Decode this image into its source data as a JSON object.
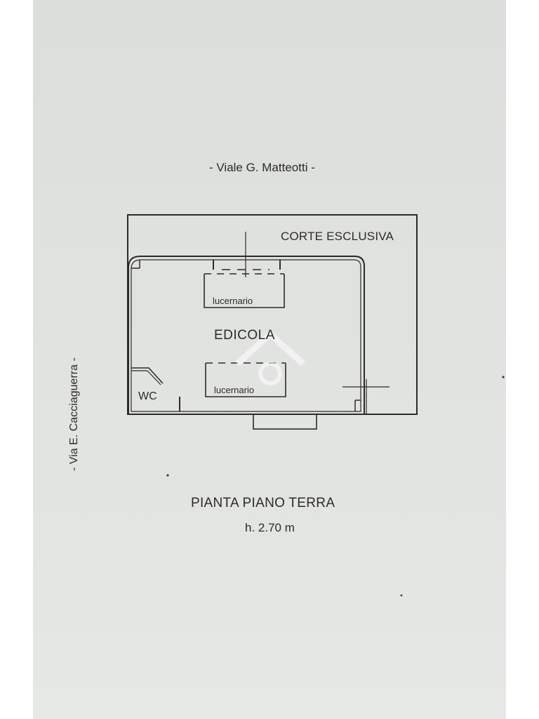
{
  "plan": {
    "street_top": "- Viale G. Matteotti -",
    "street_left": "- Via E. Cacciaguerra -",
    "courtyard_label": "CORTE ESCLUSIVA",
    "room_label": "EDICOLA",
    "skylight_1_label": "lucernario",
    "skylight_2_label": "lucernario",
    "wc_label": "WC",
    "drawing_title": "PIANTA PIANO TERRA",
    "ceiling_height": "h. 2.70 m"
  },
  "colors": {
    "paper": "#e0e2df",
    "ink": "#2b2b2b"
  }
}
